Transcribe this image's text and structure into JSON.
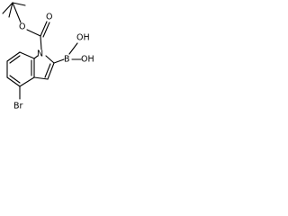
{
  "molecule": {
    "atoms": {
      "o_carbonyl": "O",
      "o_ester": "O",
      "n_indole": "N",
      "boron": "B",
      "oh_top": "OH",
      "oh_right": "OH",
      "bromine": "Br"
    }
  }
}
